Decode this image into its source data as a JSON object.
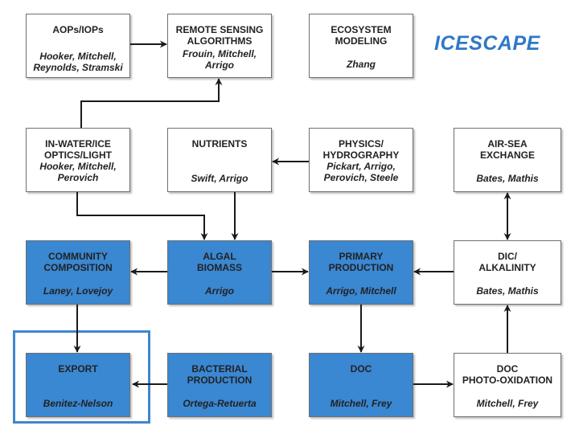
{
  "brand": "ICESCAPE",
  "boxes": {
    "aops": {
      "title": "AOPs/IOPs",
      "names": "Hooker, Mitchell,\nReynolds, Stramski"
    },
    "remote": {
      "title": "REMOTE SENSING\nALGORITHMS",
      "names": "Frouin, Mitchell,\nArrigo"
    },
    "ecosystem": {
      "title": "ECOSYSTEM\nMODELING",
      "names": "Zhang"
    },
    "inwater": {
      "title": "IN-WATER/ICE\nOPTICS/LIGHT",
      "names": "Hooker, Mitchell,\nPerovich"
    },
    "nutrients": {
      "title": "NUTRIENTS",
      "names": "Swift, Arrigo"
    },
    "physics": {
      "title": "PHYSICS/\nHYDROGRAPHY",
      "names": "Pickart, Arrigo,\nPerovich, Steele"
    },
    "airsea": {
      "title": "AIR-SEA\nEXCHANGE",
      "names": "Bates, Mathis"
    },
    "community": {
      "title": "COMMUNITY\nCOMPOSITION",
      "names": "Laney, Lovejoy"
    },
    "algal": {
      "title": "ALGAL\nBIOMASS",
      "names": "Arrigo"
    },
    "primary": {
      "title": "PRIMARY\nPRODUCTION",
      "names": "Arrigo, Mitchell"
    },
    "dic": {
      "title": "DIC/\nALKALINITY",
      "names": "Bates, Mathis"
    },
    "export": {
      "title": "EXPORT",
      "names": "Benitez-Nelson"
    },
    "bacterial": {
      "title": "BACTERIAL\nPRODUCTION",
      "names": "Ortega-Retuerta"
    },
    "doc": {
      "title": "DOC",
      "names": "Mitchell, Frey"
    },
    "docphoto": {
      "title": "DOC\nPHOTO-OXIDATION",
      "names": "Mitchell, Frey"
    }
  }
}
